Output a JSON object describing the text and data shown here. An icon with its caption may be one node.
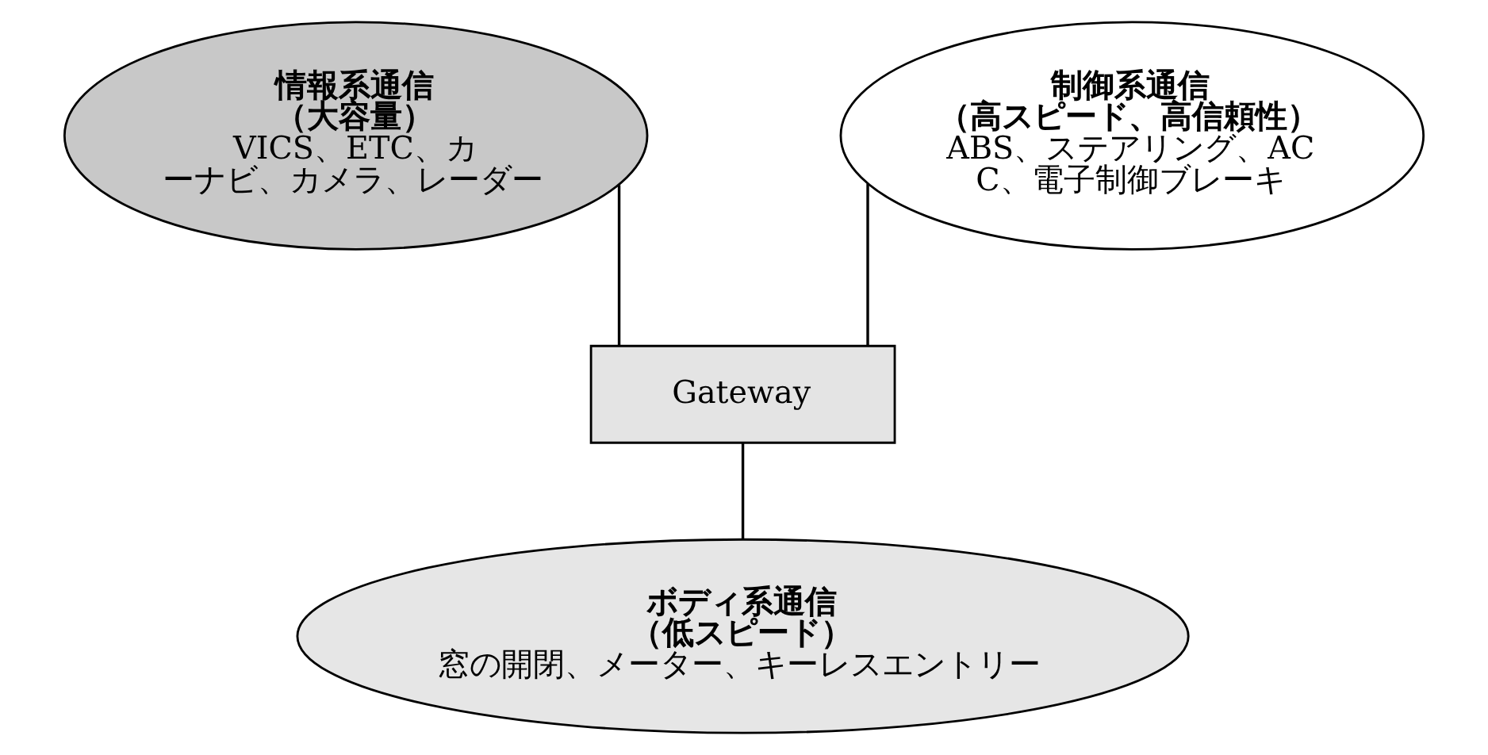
{
  "diagram": {
    "nodes": [
      {
        "text": [
          "情報系通信（大容量）",
          "VICS、ETC、カーナビ、カメラ、レーダー"
        ]
      },
      {
        "text": [
          "制御系通信（高スピード、高信頼性）",
          "ABS、ステアリング、ACC、電子制御ブレーキ"
        ]
      },
      {
        "text": [
          "Gateway"
        ]
      },
      {
        "text": [
          "ボディ系通信（低スピード）",
          "窓の開閉、メーター、キーレスエントリー"
        ]
      }
    ],
    "edges": [
      {
        "from": 0,
        "to": 2,
        "arrow": "none"
      },
      {
        "from": 1,
        "to": 2,
        "arrow": "none"
      },
      {
        "from": 2,
        "to": 3,
        "arrow": "none"
      }
    ]
  }
}
